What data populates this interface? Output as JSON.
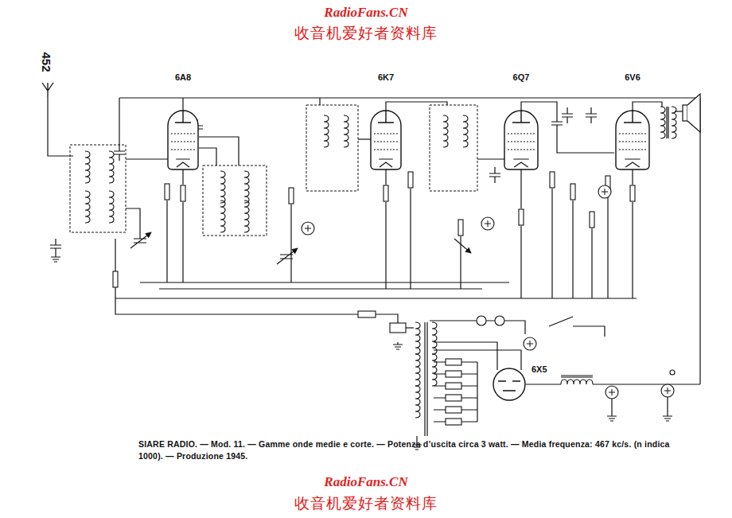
{
  "diagram": {
    "caption": "SIARE RADIO. — Mod. 11. — Gamme onde medie e corte. — Potenza d’uscita circa 3 watt. — Media frequenza: 467 kc/s. (n indica 1000). — Produzione 1945.",
    "nodes": [
      {
        "text": [
          "6A8"
        ]
      },
      {
        "text": [
          "6K7"
        ]
      },
      {
        "text": [
          "6Q7"
        ]
      },
      {
        "text": [
          "6V6"
        ]
      },
      {
        "text": [
          "6X5"
        ]
      }
    ],
    "labels": [
      "RadioFans.CN",
      "收音机爱好者资料库",
      "452",
      "RadioFans.CN",
      "收音机爱好者资料库"
    ]
  }
}
